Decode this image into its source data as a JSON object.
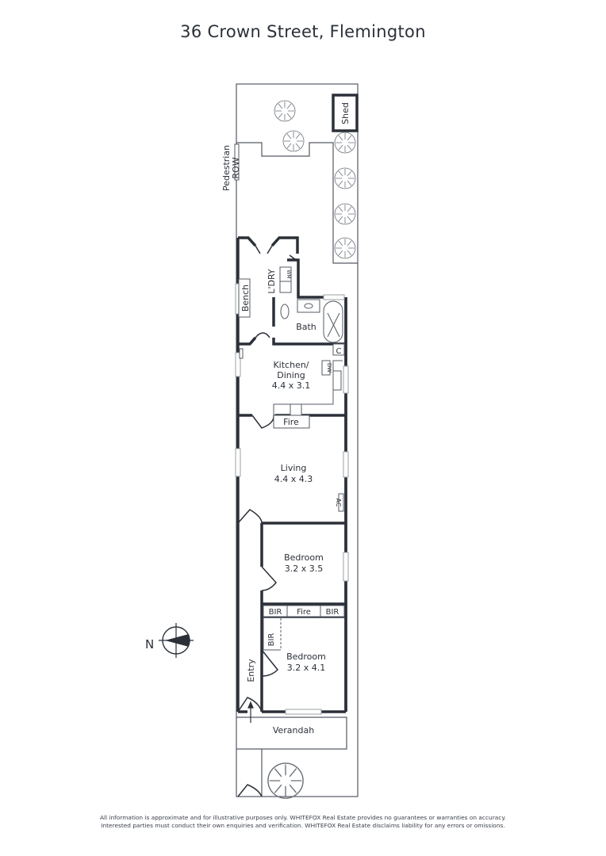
{
  "title": "36 Crown Street, Flemington",
  "compass": {
    "label": "N"
  },
  "lot": {
    "pedestrian_row": "Pedestrian\nROW",
    "pedestrian_row_line1": "Pedestrian",
    "pedestrian_row_line2": "ROW"
  },
  "rooms": {
    "shed": {
      "name": "Shed"
    },
    "laundry": {
      "name": "L'DRY",
      "fixtures": [
        "WM"
      ]
    },
    "bench": {
      "name": "Bench"
    },
    "bath": {
      "name": "Bath"
    },
    "cupboard": {
      "name": "C"
    },
    "kitchen": {
      "name_line1": "Kitchen/",
      "name_line2": "Dining",
      "size": "4.4 x 3.1",
      "fixtures": [
        "DW",
        "C"
      ]
    },
    "fire_kitchen": {
      "name": "Fire"
    },
    "living": {
      "name": "Living",
      "size": "4.4 x 4.3",
      "fixtures": [
        "AC"
      ]
    },
    "bedroom1": {
      "name": "Bedroom",
      "size": "3.2 x 3.5"
    },
    "bir_left": {
      "name": "BIR"
    },
    "fire_bedroom": {
      "name": "Fire"
    },
    "bir_right": {
      "name": "BIR"
    },
    "bedroom2": {
      "name": "Bedroom",
      "size": "3.2 x 4.1",
      "fixtures": [
        "BIR"
      ]
    },
    "entry": {
      "name": "Entry"
    },
    "verandah": {
      "name": "Verandah"
    }
  },
  "colors": {
    "wall": "#2b3038",
    "thin_line": "#555b63",
    "window": "#9aa0a6"
  },
  "disclaimer_line1": "All information is approximate and for illustrative purposes only. WHITEFOX Real Estate provides no guarantees or warranties on accuracy.",
  "disclaimer_line2": "Interested parties must conduct their own enquiries and verification. WHITEFOX Real Estate disclaims liability for any errors or omissions."
}
